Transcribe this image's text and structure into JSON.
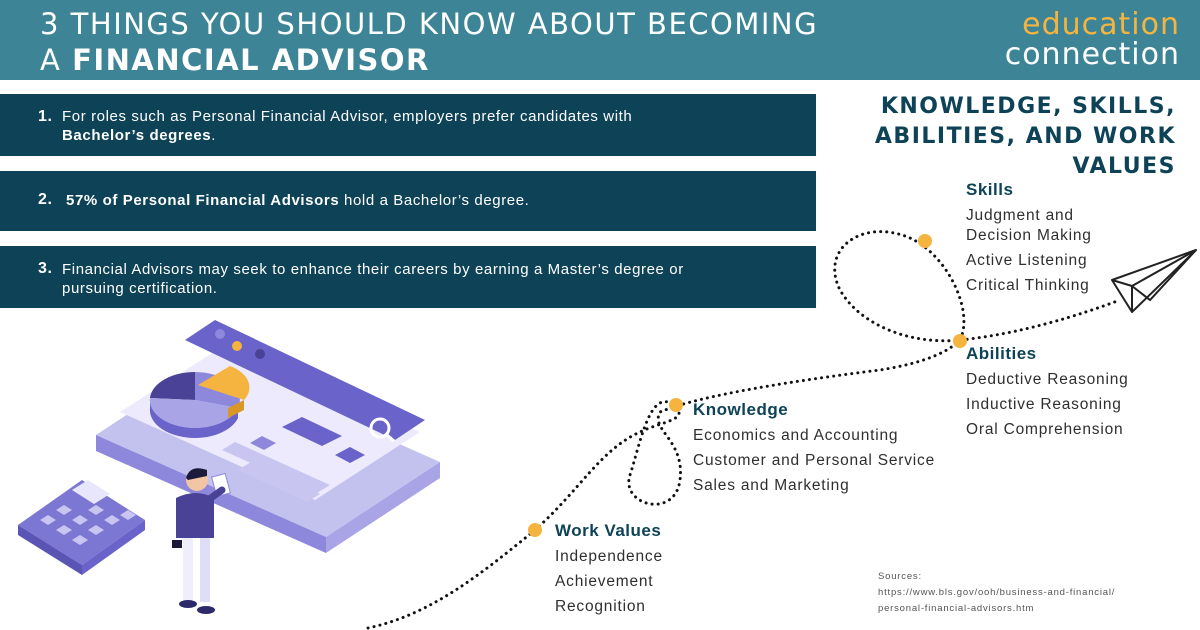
{
  "header": {
    "title_line1": "3 THINGS YOU SHOULD KNOW ABOUT BECOMING",
    "title_line2_prefix": "A",
    "title_line2_bold": "FINANCIAL ADVISOR",
    "logo_line1": "education",
    "logo_line2": "connection"
  },
  "facts": [
    {
      "number": "1.",
      "text_a": "For roles such as Personal Financial Advisor, employers prefer candidates with",
      "bold": "Bachelor’s degrees",
      "text_b": "."
    },
    {
      "number": "2.",
      "bold": "57% of Personal Financial Advisors",
      "text_b": "hold a Bachelor’s degree."
    },
    {
      "number": "3.",
      "text_a": "Financial Advisors may seek to enhance their careers by earning a Master’s degree or pursuing certification."
    }
  ],
  "ksa": {
    "title_line1": "KNOWLEDGE, SKILLS,",
    "title_line2": "ABILITIES, AND WORK",
    "title_line3": "VALUES",
    "skills": {
      "heading": "Skills",
      "items": [
        "Judgment and",
        "Decision Making",
        "Active Listening",
        "Critical Thinking"
      ]
    },
    "abilities": {
      "heading": "Abilities",
      "items": [
        "Deductive Reasoning",
        "Inductive Reasoning",
        "Oral Comprehension"
      ]
    },
    "knowledge": {
      "heading": "Knowledge",
      "items": [
        "Economics and Accounting",
        "Customer and Personal Service",
        "Sales and Marketing"
      ]
    },
    "work_values": {
      "heading": "Work Values",
      "items": [
        "Independence",
        "Achievement",
        "Recognition"
      ]
    }
  },
  "sources": {
    "label": "Sources:",
    "line1": "https://www.bls.gov/ooh/business-and-financial/",
    "line2": "personal-financial-advisors.htm"
  },
  "colors": {
    "header_bg": "#3d8596",
    "fact_bg": "#0d4257",
    "accent_gold": "#f4b43f",
    "heading_navy": "#0d4257",
    "illustration_purple": "#6a63c9"
  },
  "icons": [
    "paper-plane-icon",
    "magnifier-icon",
    "calculator-icon",
    "pie-chart-icon",
    "person-icon"
  ]
}
